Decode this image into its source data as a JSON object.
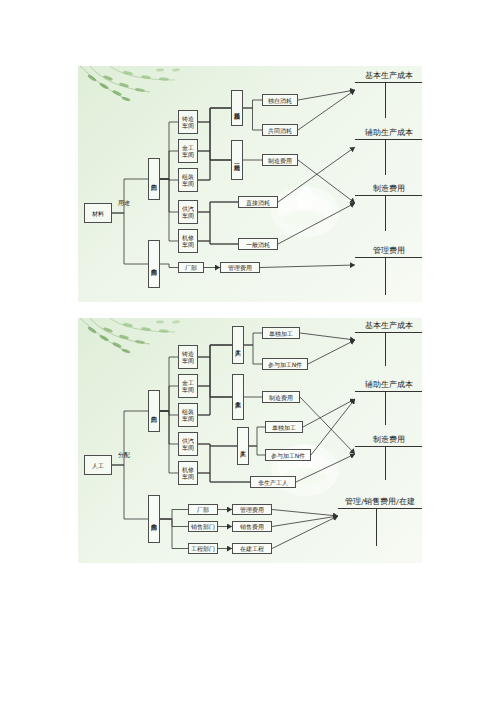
{
  "diagram": {
    "nodes": [
      {
        "text": [
          "材料"
        ]
      },
      {
        "text": [
          "生产部门"
        ]
      },
      {
        "text": [
          "非生产部门"
        ]
      },
      {
        "text": [
          "铸造车间"
        ]
      },
      {
        "text": [
          "金工车间"
        ]
      },
      {
        "text": [
          "组装车间"
        ]
      },
      {
        "text": [
          "直接消耗"
        ]
      },
      {
        "text": [
          "独自消耗"
        ]
      },
      {
        "text": [
          "共同消耗"
        ]
      },
      {
        "text": [
          "一般消耗"
        ]
      },
      {
        "text": [
          "制造费用"
        ]
      },
      {
        "text": [
          "供汽车间"
        ]
      },
      {
        "text": [
          "机修车间"
        ]
      },
      {
        "text": [
          "直接消耗"
        ]
      },
      {
        "text": [
          "一般消耗"
        ]
      },
      {
        "text": [
          "厂部"
        ]
      },
      {
        "text": [
          "管理费用"
        ]
      },
      {
        "text": [
          "基本生产成本"
        ]
      },
      {
        "text": [
          "辅助生产成本"
        ]
      },
      {
        "text": [
          "制造费用"
        ]
      },
      {
        "text": [
          "管理费用"
        ]
      },
      {
        "text": [
          "人工"
        ]
      },
      {
        "text": [
          "生产部门"
        ]
      },
      {
        "text": [
          "非生产部门"
        ]
      },
      {
        "text": [
          "铸造车间"
        ]
      },
      {
        "text": [
          "金工车间"
        ]
      },
      {
        "text": [
          "组装车间"
        ]
      },
      {
        "text": [
          "生产工人"
        ]
      },
      {
        "text": [
          "单独加工"
        ]
      },
      {
        "text": [
          "参与加工N件"
        ]
      },
      {
        "text": [
          "非生产工人"
        ]
      },
      {
        "text": [
          "制造费用"
        ]
      },
      {
        "text": [
          "供汽车间"
        ]
      },
      {
        "text": [
          "机修车间"
        ]
      },
      {
        "text": [
          "生产工人"
        ]
      },
      {
        "text": [
          "单独加工"
        ]
      },
      {
        "text": [
          "参与加工N件"
        ]
      },
      {
        "text": [
          "非生产工人"
        ]
      },
      {
        "text": [
          "厂部"
        ]
      },
      {
        "text": [
          "管理费用"
        ]
      },
      {
        "text": [
          "销售部门"
        ]
      },
      {
        "text": [
          "销售费用"
        ]
      },
      {
        "text": [
          "工程部门"
        ]
      },
      {
        "text": [
          "在建工程"
        ]
      },
      {
        "text": [
          "基本生产成本"
        ]
      },
      {
        "text": [
          "辅助生产成本"
        ]
      },
      {
        "text": [
          "制造费用"
        ]
      },
      {
        "text": [
          "管理/销售费用/在建"
        ]
      }
    ],
    "edges": [
      {
        "from": 0,
        "to": 1,
        "arrow": "none"
      },
      {
        "from": 0,
        "to": 2,
        "arrow": "none"
      },
      {
        "from": 1,
        "to": 3,
        "arrow": "none"
      },
      {
        "from": 1,
        "to": 4,
        "arrow": "none"
      },
      {
        "from": 1,
        "to": 5,
        "arrow": "none"
      },
      {
        "from": 1,
        "to": 11,
        "arrow": "none"
      },
      {
        "from": 1,
        "to": 12,
        "arrow": "none"
      },
      {
        "from": 3,
        "to": 6,
        "arrow": "none"
      },
      {
        "from": 3,
        "to": 9,
        "arrow": "none"
      },
      {
        "from": 4,
        "to": 6,
        "arrow": "none"
      },
      {
        "from": 4,
        "to": 9,
        "arrow": "none"
      },
      {
        "from": 5,
        "to": 6,
        "arrow": "none"
      },
      {
        "from": 5,
        "to": 9,
        "arrow": "none"
      },
      {
        "from": 6,
        "to": 7,
        "arrow": "none"
      },
      {
        "from": 6,
        "to": 8,
        "arrow": "none"
      },
      {
        "from": 9,
        "to": 10,
        "arrow": "none"
      },
      {
        "from": 11,
        "to": 13,
        "arrow": "none"
      },
      {
        "from": 11,
        "to": 14,
        "arrow": "none"
      },
      {
        "from": 12,
        "to": 13,
        "arrow": "none"
      },
      {
        "from": 12,
        "to": 14,
        "arrow": "none"
      },
      {
        "from": 2,
        "to": 15,
        "arrow": "none"
      },
      {
        "from": 15,
        "to": 16,
        "arrow": "to"
      },
      {
        "from": 7,
        "to": 17,
        "arrow": "to"
      },
      {
        "from": 8,
        "to": 17,
        "arrow": "to"
      },
      {
        "from": 10,
        "to": 19,
        "arrow": "to"
      },
      {
        "from": 13,
        "to": 18,
        "arrow": "to"
      },
      {
        "from": 14,
        "to": 19,
        "arrow": "to"
      },
      {
        "from": 16,
        "to": 20,
        "arrow": "to"
      },
      {
        "from": 21,
        "to": 22,
        "arrow": "none"
      },
      {
        "from": 21,
        "to": 23,
        "arrow": "none"
      },
      {
        "from": 22,
        "to": 24,
        "arrow": "none"
      },
      {
        "from": 22,
        "to": 25,
        "arrow": "none"
      },
      {
        "from": 22,
        "to": 26,
        "arrow": "none"
      },
      {
        "from": 22,
        "to": 32,
        "arrow": "none"
      },
      {
        "from": 22,
        "to": 33,
        "arrow": "none"
      },
      {
        "from": 24,
        "to": 27,
        "arrow": "none"
      },
      {
        "from": 24,
        "to": 30,
        "arrow": "none"
      },
      {
        "from": 25,
        "to": 27,
        "arrow": "none"
      },
      {
        "from": 25,
        "to": 30,
        "arrow": "none"
      },
      {
        "from": 26,
        "to": 27,
        "arrow": "none"
      },
      {
        "from": 26,
        "to": 30,
        "arrow": "none"
      },
      {
        "from": 27,
        "to": 28,
        "arrow": "none"
      },
      {
        "from": 27,
        "to": 29,
        "arrow": "none"
      },
      {
        "from": 30,
        "to": 31,
        "arrow": "none"
      },
      {
        "from": 32,
        "to": 34,
        "arrow": "none"
      },
      {
        "from": 32,
        "to": 37,
        "arrow": "none"
      },
      {
        "from": 33,
        "to": 34,
        "arrow": "none"
      },
      {
        "from": 33,
        "to": 37,
        "arrow": "none"
      },
      {
        "from": 34,
        "to": 35,
        "arrow": "none"
      },
      {
        "from": 34,
        "to": 36,
        "arrow": "none"
      },
      {
        "from": 23,
        "to": 38,
        "arrow": "none"
      },
      {
        "from": 23,
        "to": 40,
        "arrow": "none"
      },
      {
        "from": 23,
        "to": 42,
        "arrow": "none"
      },
      {
        "from": 38,
        "to": 39,
        "arrow": "to"
      },
      {
        "from": 40,
        "to": 41,
        "arrow": "to"
      },
      {
        "from": 42,
        "to": 43,
        "arrow": "to"
      },
      {
        "from": 28,
        "to": 44,
        "arrow": "to"
      },
      {
        "from": 29,
        "to": 44,
        "arrow": "to"
      },
      {
        "from": 31,
        "to": 46,
        "arrow": "to"
      },
      {
        "from": 35,
        "to": 45,
        "arrow": "to"
      },
      {
        "from": 36,
        "to": 45,
        "arrow": "to"
      },
      {
        "from": 37,
        "to": 46,
        "arrow": "to"
      },
      {
        "from": 39,
        "to": 47,
        "arrow": "to"
      },
      {
        "from": 41,
        "to": 47,
        "arrow": "to"
      },
      {
        "from": 43,
        "to": 47,
        "arrow": "to"
      }
    ],
    "labels": [
      "用途",
      "分配"
    ]
  }
}
